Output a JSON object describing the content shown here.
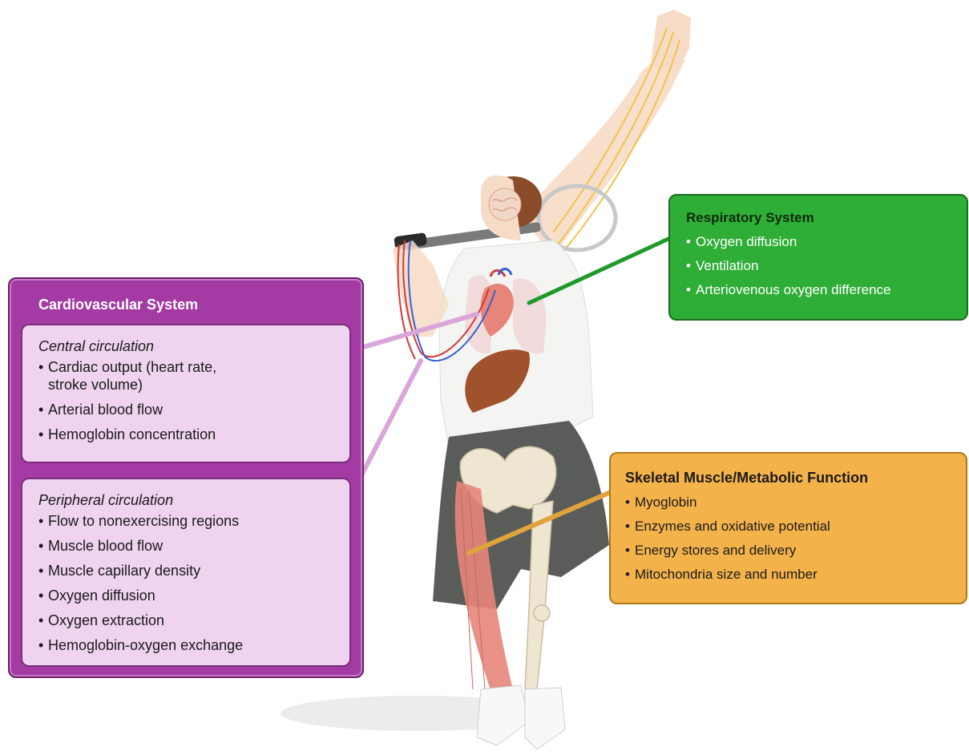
{
  "cardiovascular": {
    "title": "Cardiovascular System",
    "central": {
      "title": "Central circulation",
      "items": [
        "Cardiac output (heart rate, stroke volume)",
        "Arterial blood flow",
        "Hemoglobin concentration"
      ]
    },
    "peripheral": {
      "title": "Peripheral circulation",
      "items": [
        "Flow to nonexercising regions",
        "Muscle blood flow",
        "Muscle capillary density",
        "Oxygen diffusion",
        "Oxygen extraction",
        "Hemoglobin-oxygen exchange"
      ]
    },
    "colors": {
      "box": "#a43aa4",
      "sub_box": "#efd3ef",
      "connector": "#d9a6d9"
    }
  },
  "respiratory": {
    "title": "Respiratory System",
    "items": [
      "Oxygen diffusion",
      "Ventilation",
      "Arteriovenous oxygen difference"
    ],
    "colors": {
      "box": "#2fae37",
      "connector": "#1f9a2a"
    }
  },
  "skeletal": {
    "title": "Skeletal Muscle/Metabolic Function",
    "items": [
      "Myoglobin",
      "Enzymes and oxidative potential",
      "Energy stores and delivery",
      "Mitochondria size and number"
    ],
    "colors": {
      "box": "#f4b24a",
      "connector": "#e0a33c"
    }
  },
  "illustration": {
    "subject": "tennis-player-serving",
    "colors": {
      "skin": "#f6dcc6",
      "shirt": "#f4f4f2",
      "shorts": "#5a5c5a",
      "bone": "#efe6d2",
      "muscle": "#e7857a",
      "liver": "#a0522d",
      "lung": "#f0d4d4",
      "nerve": "#f3c24a",
      "artery": "#d43a3a",
      "vein": "#3a5fd4",
      "hair": "#8a4b2a"
    }
  }
}
